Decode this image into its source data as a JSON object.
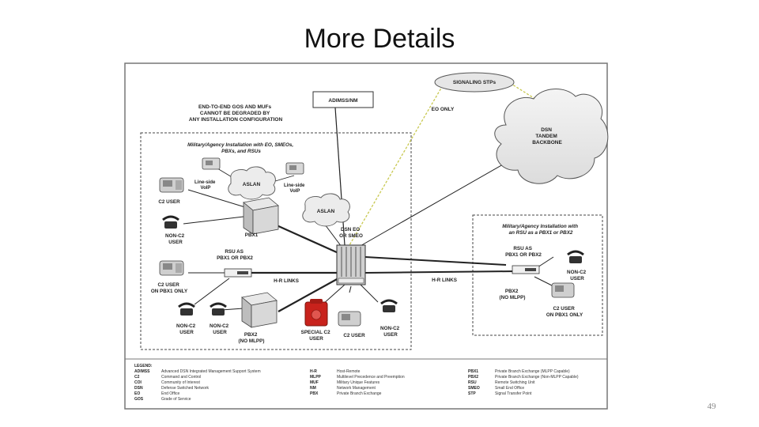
{
  "slide": {
    "title": "More Details",
    "page_number": "49"
  },
  "diagram": {
    "signaling": "SIGNALING STPs",
    "adimss": "ADIMSS/NM",
    "eo_only": "EO ONLY",
    "backbone": [
      "DSN",
      "TANDEM",
      "BACKBONE"
    ],
    "note": [
      "END-TO-END GOS AND MUFs",
      "CANNOT BE DEGRADED BY",
      "ANY INSTALLATION CONFIGURATION"
    ],
    "left_box_title": [
      "Military/Agency Installation with EO, SMEOs,",
      "PBXs, and RSUs"
    ],
    "right_box_title": [
      "Military/Agency Installation with",
      "an RSU as a PBX1 or PBX2"
    ],
    "aslan": "ASLAN",
    "lineside_voip": [
      "Line-side",
      "VoIP"
    ],
    "c2_user": "C2 USER",
    "non_c2_user": [
      "NON-C2",
      "USER"
    ],
    "pbx1": "PBX1",
    "rsu_as": [
      "RSU AS",
      "PBX1 OR PBX2"
    ],
    "c2_on_pbx1": [
      "C2 USER",
      "ON PBX1 ONLY"
    ],
    "hr_links": "H-R LINKS",
    "dsn_eo": [
      "DSN EO",
      "OR SMEO"
    ],
    "pbx2_nomlpp": [
      "PBX2",
      "(NO MLPP)"
    ],
    "special_c2": [
      "SPECIAL C2",
      "USER"
    ]
  },
  "legend": {
    "title": "LEGEND:",
    "col1": [
      [
        "ADIMSS",
        "Advanced DSN Integrated Management Support System"
      ],
      [
        "C2",
        "Command and Control"
      ],
      [
        "COI",
        "Community of Interest"
      ],
      [
        "DSN",
        "Defense Switched Network"
      ],
      [
        "EO",
        "End Office"
      ],
      [
        "GOS",
        "Grade of Service"
      ]
    ],
    "col2": [
      [
        "H-R",
        "Host-Remote"
      ],
      [
        "MLPP",
        "Multilevel Precedence and Preemption"
      ],
      [
        "MUF",
        "Military Unique Features"
      ],
      [
        "NM",
        "Network Management"
      ],
      [
        "PBX",
        "Private Branch Exchange"
      ]
    ],
    "col3": [
      [
        "PBX1",
        "Private Branch Exchange (MLPP Capable)"
      ],
      [
        "PBX2",
        "Private Branch Exchange (Non-MLPP Capable)"
      ],
      [
        "RSU",
        "Remote Switching Unit"
      ],
      [
        "SMEO",
        "Small End Office"
      ],
      [
        "STP",
        "Signal Transfer Point"
      ]
    ]
  },
  "colors": {
    "special_phone": "#c8241c",
    "signaling_line": "#c8c850"
  }
}
